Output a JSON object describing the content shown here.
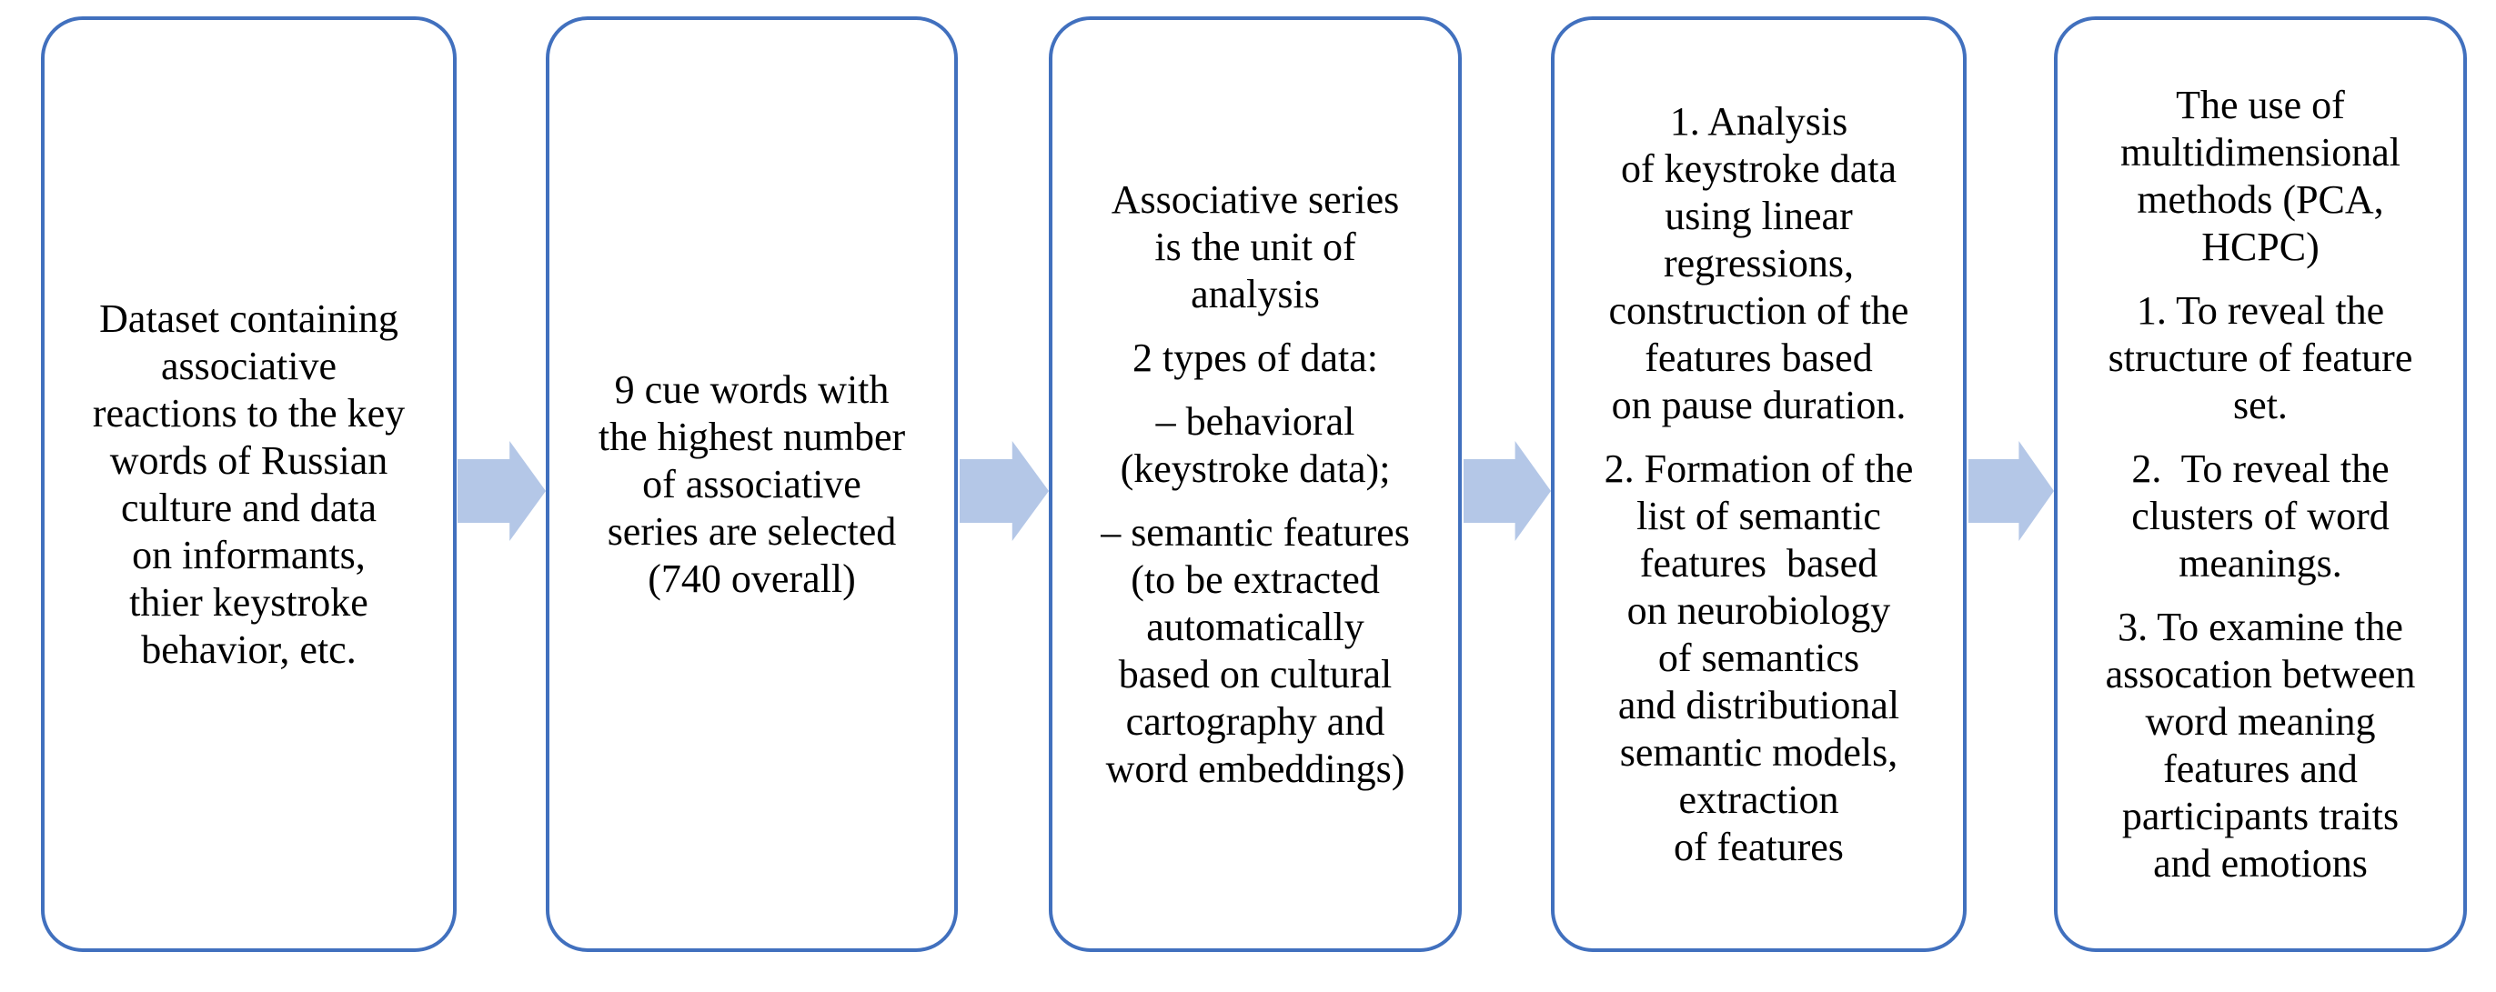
{
  "flowchart": {
    "colors": {
      "box_border": "#4170BE",
      "arrow_fill": "#B4C7E7",
      "text": "#000000",
      "background": "#FFFFFF"
    },
    "arrow_icon": "right-block-arrow",
    "boxes": [
      {
        "name": "dataset",
        "paragraphs": [
          "Dataset containing\nassociative\nreactions to the key\nwords of Russian\nculture and data\non informants,\nthier keystroke\nbehavior, etc."
        ]
      },
      {
        "name": "cue-words",
        "paragraphs": [
          "9 cue words with\nthe highest number\nof associative\nseries are selected\n(740 overall)"
        ]
      },
      {
        "name": "unit-of-analysis",
        "paragraphs": [
          "Associative series\nis the unit of\nanalysis",
          "2 types of data:",
          "– behavioral\n(keystroke data);",
          "– semantic features\n(to be extracted\nautomatically\nbased on cultural\ncartography and\nword embeddings)"
        ]
      },
      {
        "name": "analysis-steps",
        "paragraphs": [
          "1. Analysis\nof keystroke data\nusing linear\nregressions,\nconstruction of the\nfeatures based\non pause duration.",
          "2. Formation of the\nlist of semantic\nfeatures  based\non neurobiology\nof semantics\nand distributional\nsemantic models,\nextraction\nof features"
        ]
      },
      {
        "name": "multidimensional-methods",
        "paragraphs": [
          "The use of\nmultidimensional\nmethods (PCA,\nHCPC)",
          "1. To reveal the\nstructure of feature\nset.",
          "2.  To reveal the\nclusters of word\nmeanings.",
          "3. To examine the\nassocation between\nword meaning\nfeatures and\nparticipants traits\nand emotions"
        ]
      }
    ]
  }
}
